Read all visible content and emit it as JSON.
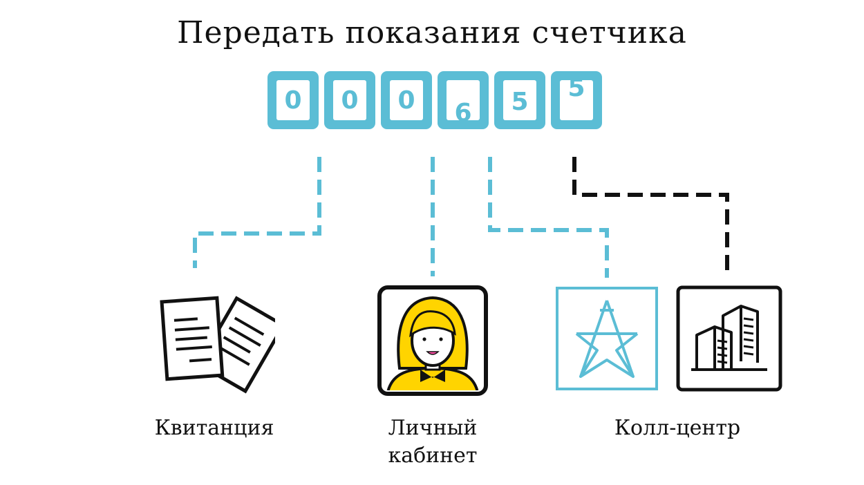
{
  "title": "Передать показания счетчика",
  "counter": {
    "digits": [
      "0",
      "0",
      "0",
      "6",
      "5",
      "5"
    ]
  },
  "channels": [
    {
      "label": "Квитанция"
    },
    {
      "label_line1": "Личный",
      "label_line2": "кабинет"
    },
    {
      "label": "Колл-центр"
    }
  ],
  "colors": {
    "accent": "#5bbdd5",
    "ink": "#111111",
    "avatar_yellow": "#ffd400"
  },
  "icons": {
    "receipt": "receipt-documents-icon",
    "cabinet": "user-avatar-icon",
    "grid": "power-tower-icon",
    "callcenter": "office-buildings-icon"
  }
}
